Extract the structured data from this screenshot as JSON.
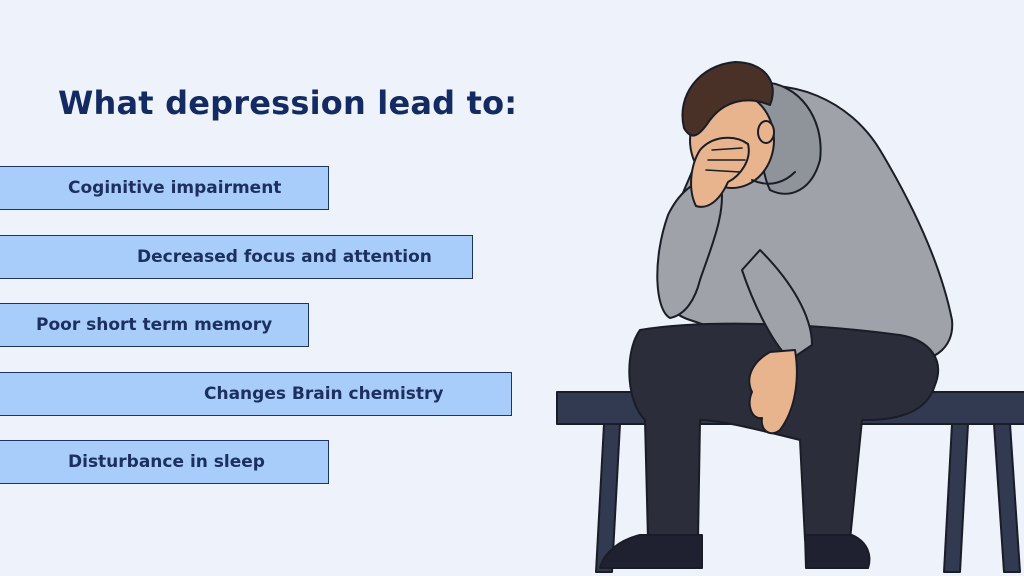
{
  "title": "What depression lead to:",
  "items": [
    "Coginitive impairment",
    "Decreased focus and attention",
    "Poor short term memory",
    "Changes Brain chemistry",
    "Disturbance in sleep"
  ],
  "colors": {
    "background": "#eef2fa",
    "title": "#132a63",
    "bar_fill": "#a8cdfb",
    "bar_border": "#1d3466",
    "hoodie": "#9fa2a8",
    "pants": "#2b2d3a",
    "bench": "#323a52",
    "skin": "#e8b48e",
    "hair": "#4a3128"
  },
  "illustration": "sad-man-on-bench"
}
